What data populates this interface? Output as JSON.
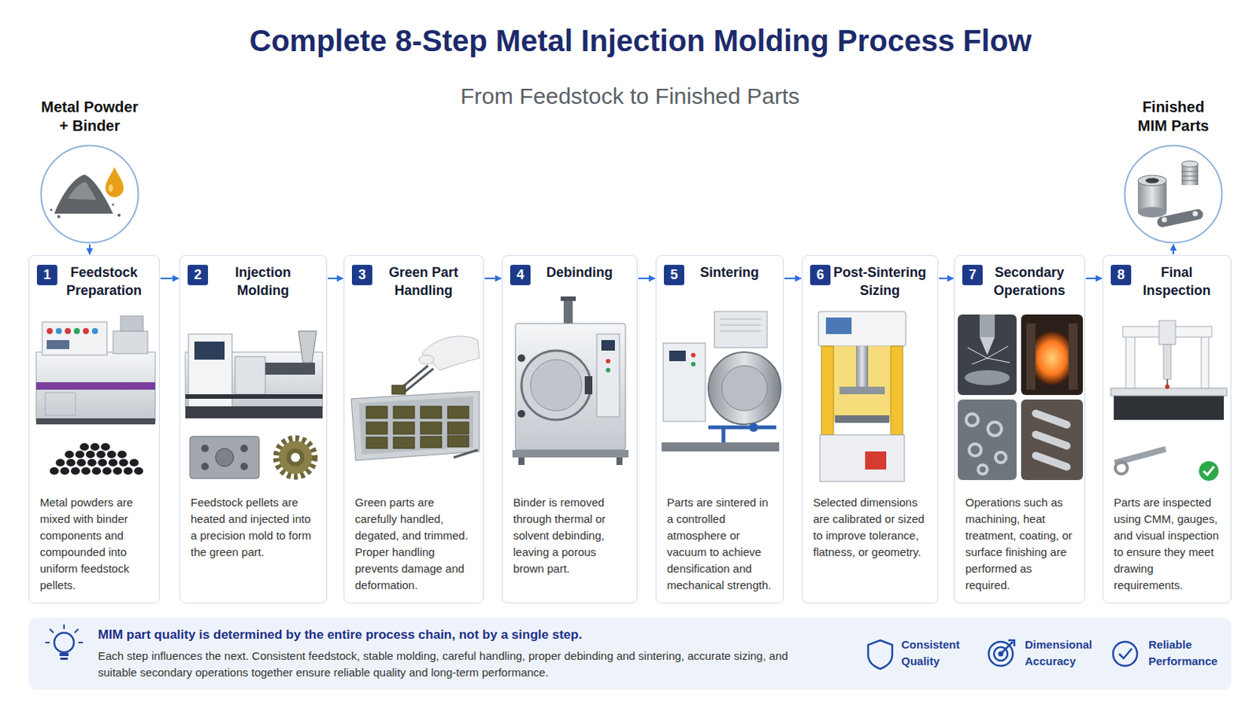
{
  "diagram": {
    "title": "Complete 8-Step Metal Injection Molding Process Flow",
    "nodes": [
      {
        "text": [
          "Metal Powder + Binder"
        ]
      },
      {
        "text": [
          "Feedstock Preparation",
          "Metal powders are mixed with binder components and compounded into uniform feedstock pellets."
        ]
      },
      {
        "text": [
          "1"
        ],
        "in": 1
      },
      {
        "text": [
          "Injection Molding",
          "Feedstock pellets are heated and injected into a precision mold to form the green part."
        ]
      },
      {
        "text": [
          "2"
        ],
        "in": 3
      },
      {
        "text": [
          "Green Part Handling",
          "Green parts are carefully handled, degated, and trimmed. Proper handling prevents damage and deformation."
        ]
      },
      {
        "text": [
          "3"
        ],
        "in": 5
      },
      {
        "text": [
          "Debinding",
          "Binder is removed through thermal or solvent debinding, leaving a porous brown part."
        ]
      },
      {
        "text": [
          "4"
        ],
        "in": 7
      },
      {
        "text": [
          "Sintering",
          "Parts are sintered in a controlled atmosphere or vacuum to achieve densification and mechanical strength."
        ]
      },
      {
        "text": [
          "5"
        ],
        "in": 9
      },
      {
        "text": [
          "Post-Sintering Sizing",
          "Selected dimensions are calibrated or sized to improve tolerance, flatness, or geometry."
        ]
      },
      {
        "text": [
          "6"
        ],
        "in": 11
      },
      {
        "text": [
          "Secondary Operations",
          "Operations such as machining, heat treatment, coating, or surface finishing are performed as required."
        ]
      },
      {
        "text": [
          "7"
        ],
        "in": 13
      },
      {
        "text": [
          "Final Inspection",
          "Parts are inspected using CMM, gauges, and visual inspection to ensure they meet drawing requirements."
        ]
      },
      {
        "text": [
          "8"
        ],
        "in": 15
      },
      {
        "text": [
          "Finished MIM Parts"
        ]
      },
      {
        "text": [
          "MIM part quality is determined by the entire process chain, not by a single step.",
          "Each step influences the next. Consistent feedstock, stable molding, careful handling, proper debinding and sintering, accurate sizing, and suitable secondary operations together ensure reliable quality and long-term performance."
        ]
      }
    ],
    "edges": [
      {
        "from": 0,
        "to": 1,
        "arrow": "to"
      },
      {
        "from": 1,
        "to": 3,
        "arrow": "to"
      },
      {
        "from": 3,
        "to": 5,
        "arrow": "to"
      },
      {
        "from": 5,
        "to": 7,
        "arrow": "to"
      },
      {
        "from": 7,
        "to": 9,
        "arrow": "to"
      },
      {
        "from": 9,
        "to": 11,
        "arrow": "to"
      },
      {
        "from": 11,
        "to": 13,
        "arrow": "to"
      },
      {
        "from": 13,
        "to": 15,
        "arrow": "to"
      },
      {
        "from": 15,
        "to": 17,
        "arrow": "to"
      }
    ],
    "labels": [
      "From Feedstock to Finished Parts",
      "Consistent Quality",
      "Dimensional Accuracy",
      "Reliable Performance"
    ]
  }
}
